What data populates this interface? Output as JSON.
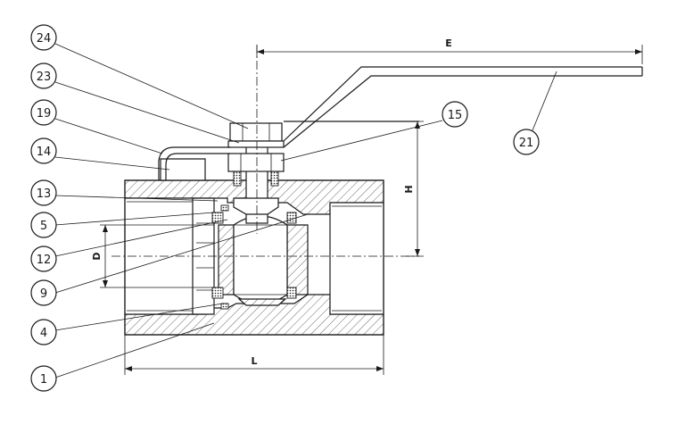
{
  "callouts": [
    "24",
    "23",
    "19",
    "14",
    "13",
    "5",
    "12",
    "9",
    "4",
    "1",
    "15",
    "21"
  ],
  "dimensions": {
    "e": "E",
    "h": "H",
    "d": "D",
    "l": "L"
  }
}
